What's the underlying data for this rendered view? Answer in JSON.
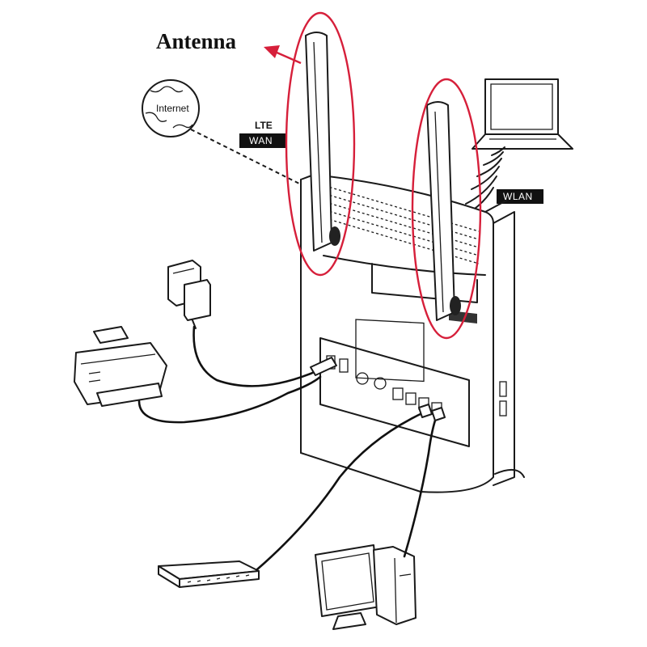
{
  "labels": {
    "antenna": "Antenna",
    "internet": "Internet",
    "lte": "LTE",
    "wan": "WAN",
    "wlan": "WLAN"
  },
  "colors": {
    "highlight": "#d61f3a",
    "line": "#1a1a1a",
    "background": "#ffffff"
  }
}
